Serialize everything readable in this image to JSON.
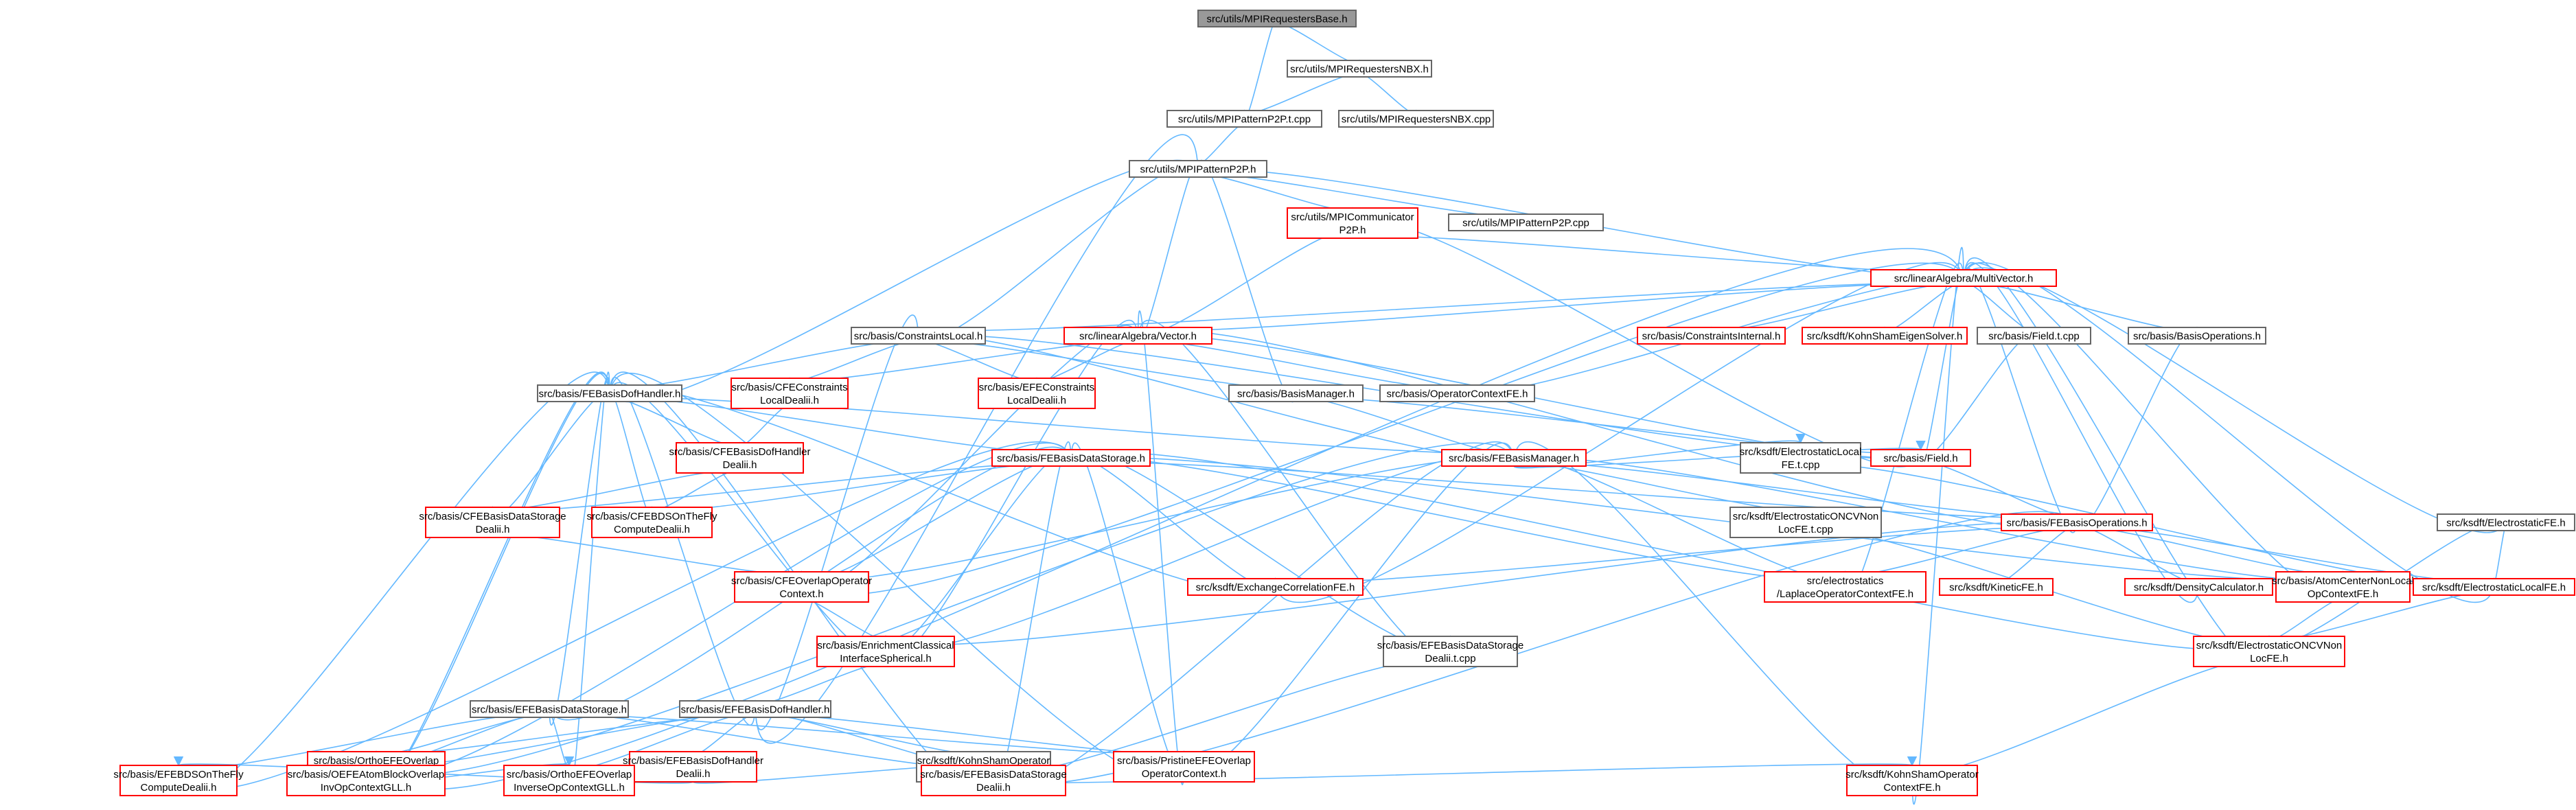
{
  "colors": {
    "edge": "#63B8FF",
    "root_fill": "#999999",
    "root_stroke": "#666666",
    "normal_stroke": "#666666",
    "red_stroke": "#FF0000",
    "fill": "#FFFFFF"
  },
  "nodes": [
    {
      "id": "mpirequestersbase",
      "lines": [
        "src/utils/MPIRequestersBase.h"
      ],
      "style": "root"
    },
    {
      "id": "mpirequestersnbx_h",
      "lines": [
        "src/utils/MPIRequestersNBX.h"
      ],
      "style": "normal"
    },
    {
      "id": "mpipatternp2p_t_cpp",
      "lines": [
        "src/utils/MPIPatternP2P.t.cpp"
      ],
      "style": "normal"
    },
    {
      "id": "mpirequestersnbx_cpp",
      "lines": [
        "src/utils/MPIRequestersNBX.cpp"
      ],
      "style": "normal"
    },
    {
      "id": "mpipatternp2p_h",
      "lines": [
        "src/utils/MPIPatternP2P.h"
      ],
      "style": "normal"
    },
    {
      "id": "mpicommunicatorp2p",
      "lines": [
        "src/utils/MPICommunicator",
        "P2P.h"
      ],
      "style": "red"
    },
    {
      "id": "mpipatternp2p_cpp",
      "lines": [
        "src/utils/MPIPatternP2P.cpp"
      ],
      "style": "normal"
    },
    {
      "id": "multivector",
      "lines": [
        "src/linearAlgebra/MultiVector.h"
      ],
      "style": "red"
    },
    {
      "id": "constraintslocal",
      "lines": [
        "src/basis/ConstraintsLocal.h"
      ],
      "style": "normal"
    },
    {
      "id": "vector",
      "lines": [
        "src/linearAlgebra/Vector.h"
      ],
      "style": "red"
    },
    {
      "id": "constraintsinternal",
      "lines": [
        "src/basis/ConstraintsInternal.h"
      ],
      "style": "red"
    },
    {
      "id": "kohnshameigensolver",
      "lines": [
        "src/ksdft/KohnShamEigenSolver.h"
      ],
      "style": "red"
    },
    {
      "id": "field_t_cpp",
      "lines": [
        "src/basis/Field.t.cpp"
      ],
      "style": "normal"
    },
    {
      "id": "basisoperations",
      "lines": [
        "src/basis/BasisOperations.h"
      ],
      "style": "normal"
    },
    {
      "id": "febasisdofhandler",
      "lines": [
        "src/basis/FEBasisDofHandler.h"
      ],
      "style": "normal"
    },
    {
      "id": "cfeconstraintsdealii",
      "lines": [
        "src/basis/CFEConstraints",
        "LocalDealii.h"
      ],
      "style": "red"
    },
    {
      "id": "efeconstraintsdealii",
      "lines": [
        "src/basis/EFEConstraints",
        "LocalDealii.h"
      ],
      "style": "red"
    },
    {
      "id": "basismanager",
      "lines": [
        "src/basis/BasisManager.h"
      ],
      "style": "normal"
    },
    {
      "id": "operatorcontextfe",
      "lines": [
        "src/basis/OperatorContextFE.h"
      ],
      "style": "normal"
    },
    {
      "id": "cfebasisdofhandlerdealii",
      "lines": [
        "src/basis/CFEBasisDofHandler",
        "Dealii.h"
      ],
      "style": "red"
    },
    {
      "id": "febasisdatastorage",
      "lines": [
        "src/basis/FEBasisDataStorage.h"
      ],
      "style": "red"
    },
    {
      "id": "febasismanager",
      "lines": [
        "src/basis/FEBasisManager.h"
      ],
      "style": "red"
    },
    {
      "id": "electrostaticlocalfe_t_cpp",
      "lines": [
        "src/ksdft/ElectrostaticLocal",
        "FE.t.cpp"
      ],
      "style": "normal"
    },
    {
      "id": "field_h",
      "lines": [
        "src/basis/Field.h"
      ],
      "style": "red"
    },
    {
      "id": "cfebasisdatastoragedealii",
      "lines": [
        "src/basis/CFEBasisDataStorage",
        "Dealii.h"
      ],
      "style": "red"
    },
    {
      "id": "cfebdsontheflycompute",
      "lines": [
        "src/basis/CFEBDSOnTheFly",
        "ComputeDealii.h"
      ],
      "style": "red"
    },
    {
      "id": "electrostaticoncvnonlocfe_t_cpp",
      "lines": [
        "src/ksdft/ElectrostaticONCVNon",
        "LocFE.t.cpp"
      ],
      "style": "normal"
    },
    {
      "id": "febasisoperations",
      "lines": [
        "src/basis/FEBasisOperations.h"
      ],
      "style": "red"
    },
    {
      "id": "electrostaticfe",
      "lines": [
        "src/ksdft/ElectrostaticFE.h"
      ],
      "style": "normal"
    },
    {
      "id": "cfeoverlapoperatorcontext",
      "lines": [
        "src/basis/CFEOverlapOperator",
        "Context.h"
      ],
      "style": "red"
    },
    {
      "id": "exchangecorrelationfe",
      "lines": [
        "src/ksdft/ExchangeCorrelationFE.h"
      ],
      "style": "red"
    },
    {
      "id": "laplaceoperatorcontextfe",
      "lines": [
        "src/electrostatics",
        "/LaplaceOperatorContextFE.h"
      ],
      "style": "red"
    },
    {
      "id": "kineticfe",
      "lines": [
        "src/ksdft/KineticFE.h"
      ],
      "style": "red"
    },
    {
      "id": "densitycalculator",
      "lines": [
        "src/ksdft/DensityCalculator.h"
      ],
      "style": "red"
    },
    {
      "id": "atomcenternonlocalopcontextfe",
      "lines": [
        "src/basis/AtomCenterNonLocal",
        "OpContextFE.h"
      ],
      "style": "red"
    },
    {
      "id": "electrostaticlocalfe_h",
      "lines": [
        "src/ksdft/ElectrostaticLocalFE.h"
      ],
      "style": "red"
    },
    {
      "id": "enrichmentclassicalinterfacespherical",
      "lines": [
        "src/basis/EnrichmentClassical",
        "InterfaceSpherical.h"
      ],
      "style": "red"
    },
    {
      "id": "efebasisdatastoragedealii_t_cpp",
      "lines": [
        "src/basis/EFEBasisDataStorage",
        "Dealii.t.cpp"
      ],
      "style": "normal"
    },
    {
      "id": "electrostaticoncvnonlocfe_h",
      "lines": [
        "src/ksdft/ElectrostaticONCVNon",
        "LocFE.h"
      ],
      "style": "red"
    },
    {
      "id": "efebasisdatastorage",
      "lines": [
        "src/basis/EFEBasisDataStorage.h"
      ],
      "style": "normal"
    },
    {
      "id": "efebasisdofhandler",
      "lines": [
        "src/basis/EFEBasisDofHandler.h"
      ],
      "style": "normal"
    },
    {
      "id": "orthoefeoverlapoperatorcontext",
      "lines": [
        "src/basis/OrthoEFEOverlap",
        "OperatorContext.h"
      ],
      "style": "red"
    },
    {
      "id": "efebasisdofhandlerdealii",
      "lines": [
        "src/basis/EFEBasisDofHandler",
        "Dealii.h"
      ],
      "style": "red"
    },
    {
      "id": "kohnshamoperatorcontextfe_t_cpp",
      "lines": [
        "src/ksdft/KohnShamOperator",
        "ContextFE.t.cpp"
      ],
      "style": "normal"
    },
    {
      "id": "pristineefeoverlapoperatorcontext",
      "lines": [
        "src/basis/PristineEFEOverlap",
        "OperatorContext.h"
      ],
      "style": "red"
    },
    {
      "id": "efebdsontheflycompute",
      "lines": [
        "src/basis/EFEBDSOnTheFly",
        "ComputeDealii.h"
      ],
      "style": "red"
    },
    {
      "id": "oefeatomblockoverlap",
      "lines": [
        "src/basis/OEFEAtomBlockOverlap",
        "InvOpContextGLL.h"
      ],
      "style": "red"
    },
    {
      "id": "orthoefeoverlapinverse",
      "lines": [
        "src/basis/OrthoEFEOverlap",
        "InverseOpContextGLL.h"
      ],
      "style": "red"
    },
    {
      "id": "efebasisdatastoragedealii_h",
      "lines": [
        "src/basis/EFEBasisDataStorage",
        "Dealii.h"
      ],
      "style": "red"
    },
    {
      "id": "kohnshamoperatorcontextfe_h",
      "lines": [
        "src/ksdft/KohnShamOperator",
        "ContextFE.h"
      ],
      "style": "red"
    }
  ],
  "edges": [
    [
      "mpirequestersbase",
      "mpirequestersnbx_h"
    ],
    [
      "mpirequestersbase",
      "mpipatternp2p_t_cpp"
    ],
    [
      "mpirequestersnbx_h",
      "mpipatternp2p_t_cpp"
    ],
    [
      "mpirequestersnbx_h",
      "mpirequestersnbx_cpp"
    ],
    [
      "mpipatternp2p_t_cpp",
      "mpipatternp2p_h"
    ],
    [
      "mpipatternp2p_h",
      "mpicommunicatorp2p"
    ],
    [
      "mpipatternp2p_h",
      "mpipatternp2p_cpp"
    ],
    [
      "mpipatternp2p_h",
      "multivector"
    ],
    [
      "mpipatternp2p_h",
      "constraintslocal"
    ],
    [
      "mpipatternp2p_h",
      "vector"
    ],
    [
      "mpipatternp2p_h",
      "basismanager"
    ],
    [
      "mpipatternp2p_h",
      "febasisdofhandler"
    ],
    [
      "mpipatternp2p_h",
      "efebasisdofhandler"
    ],
    [
      "mpicommunicatorp2p",
      "multivector"
    ],
    [
      "mpicommunicatorp2p",
      "vector"
    ],
    [
      "mpicommunicatorp2p",
      "field_h"
    ],
    [
      "multivector",
      "constraintslocal"
    ],
    [
      "multivector",
      "vector"
    ],
    [
      "multivector",
      "constraintsinternal"
    ],
    [
      "multivector",
      "kohnshameigensolver"
    ],
    [
      "multivector",
      "field_t_cpp"
    ],
    [
      "multivector",
      "basisoperations"
    ],
    [
      "multivector",
      "operatorcontextfe"
    ],
    [
      "multivector",
      "field_h"
    ],
    [
      "multivector",
      "electrostaticfe"
    ],
    [
      "multivector",
      "febasisoperations"
    ],
    [
      "multivector",
      "exchangecorrelationfe"
    ],
    [
      "multivector",
      "densitycalculator"
    ],
    [
      "multivector",
      "laplaceoperatorcontextfe"
    ],
    [
      "multivector",
      "atomcenternonlocalopcontextfe"
    ],
    [
      "multivector",
      "electrostaticlocalfe_h"
    ],
    [
      "multivector",
      "electrostaticoncvnonlocfe_h"
    ],
    [
      "multivector",
      "kohnshamoperatorcontextfe_h"
    ],
    [
      "multivector",
      "orthoefeoverlapoperatorcontext"
    ],
    [
      "multivector",
      "cfeoverlapoperatorcontext"
    ],
    [
      "constraintslocal",
      "cfeconstraintsdealii"
    ],
    [
      "constraintslocal",
      "efeconstraintsdealii"
    ],
    [
      "constraintslocal",
      "basismanager"
    ],
    [
      "constraintslocal",
      "febasismanager"
    ],
    [
      "constraintslocal",
      "febasisdofhandler"
    ],
    [
      "constraintslocal",
      "efebasisdofhandler"
    ],
    [
      "constraintslocal",
      "field_h"
    ],
    [
      "vector",
      "cfeconstraintsdealii"
    ],
    [
      "vector",
      "efeconstraintsdealii"
    ],
    [
      "vector",
      "operatorcontextfe"
    ],
    [
      "vector",
      "field_h"
    ],
    [
      "vector",
      "febasisoperations"
    ],
    [
      "vector",
      "enrichmentclassicalinterfacespherical"
    ],
    [
      "vector",
      "efebasisdatastoragedealii_t_cpp"
    ],
    [
      "vector",
      "pristineefeoverlapoperatorcontext"
    ],
    [
      "vector",
      "cfeoverlapoperatorcontext"
    ],
    [
      "field_t_cpp",
      "field_h"
    ],
    [
      "basisoperations",
      "febasisoperations"
    ],
    [
      "febasisdofhandler",
      "cfebasisdofhandlerdealii"
    ],
    [
      "febasisdofhandler",
      "febasisdatastorage"
    ],
    [
      "febasisdofhandler",
      "febasismanager"
    ],
    [
      "febasisdofhandler",
      "cfebasisdatastoragedealii"
    ],
    [
      "febasisdofhandler",
      "cfebdsontheflycompute"
    ],
    [
      "febasisdofhandler",
      "efebasisdatastorage"
    ],
    [
      "febasisdofhandler",
      "efebasisdofhandler"
    ],
    [
      "febasisdofhandler",
      "enrichmentclassicalinterfacespherical"
    ],
    [
      "febasisdofhandler",
      "orthoefeoverlapoperatorcontext"
    ],
    [
      "febasisdofhandler",
      "efebdsontheflycompute"
    ],
    [
      "febasisdofhandler",
      "exchangecorrelationfe"
    ],
    [
      "febasisdofhandler",
      "oefeatomblockoverlap"
    ],
    [
      "febasisdofhandler",
      "orthoefeoverlapinverse"
    ],
    [
      "febasisdofhandler",
      "pristineefeoverlapoperatorcontext"
    ],
    [
      "febasisdofhandler",
      "efebasisdatastoragedealii_h"
    ],
    [
      "cfeconstraintsdealii",
      "cfebasisdofhandlerdealii"
    ],
    [
      "basismanager",
      "febasismanager"
    ],
    [
      "basismanager",
      "field_h"
    ],
    [
      "cfebasisdofhandlerdealii",
      "cfebasisdatastoragedealii"
    ],
    [
      "cfebasisdofhandlerdealii",
      "cfebdsontheflycompute"
    ],
    [
      "febasisdatastorage",
      "cfebasisdatastoragedealii"
    ],
    [
      "febasisdatastorage",
      "cfebdsontheflycompute"
    ],
    [
      "febasisdatastorage",
      "febasisoperations"
    ],
    [
      "febasisdatastorage",
      "exchangecorrelationfe"
    ],
    [
      "febasisdatastorage",
      "laplaceoperatorcontextfe"
    ],
    [
      "febasisdatastorage",
      "cfeoverlapoperatorcontext"
    ],
    [
      "febasisdatastorage",
      "enrichmentclassicalinterfacespherical"
    ],
    [
      "febasisdatastorage",
      "efebasisdatastoragedealii_t_cpp"
    ],
    [
      "febasisdatastorage",
      "electrostaticoncvnonlocfe_h"
    ],
    [
      "febasisdatastorage",
      "efebasisdatastorage"
    ],
    [
      "febasisdatastorage",
      "orthoefeoverlapoperatorcontext"
    ],
    [
      "febasisdatastorage",
      "pristineefeoverlapoperatorcontext"
    ],
    [
      "febasisdatastorage",
      "efebasisdatastoragedealii_h"
    ],
    [
      "febasisdatastorage",
      "efebdsontheflycompute"
    ],
    [
      "febasisdatastorage",
      "atomcenternonlocalopcontextfe"
    ],
    [
      "febasismanager",
      "field_h"
    ],
    [
      "febasismanager",
      "febasisoperations"
    ],
    [
      "febasismanager",
      "electrostaticlocalfe_t_cpp"
    ],
    [
      "febasismanager",
      "electrostaticoncvnonlocfe_t_cpp"
    ],
    [
      "febasismanager",
      "laplaceoperatorcontextfe"
    ],
    [
      "febasismanager",
      "atomcenternonlocalopcontextfe"
    ],
    [
      "febasismanager",
      "cfeoverlapoperatorcontext"
    ],
    [
      "febasismanager",
      "enrichmentclassicalinterfacespherical"
    ],
    [
      "febasismanager",
      "pristineefeoverlapoperatorcontext"
    ],
    [
      "febasismanager",
      "kohnshamoperatorcontextfe_h"
    ],
    [
      "febasismanager",
      "orthoefeoverlapoperatorcontext"
    ],
    [
      "febasismanager",
      "efebasisdatastoragedealii_h"
    ],
    [
      "electrostaticlocalfe_t_cpp",
      "electrostaticlocalfe_h"
    ],
    [
      "field_h",
      "febasisoperations"
    ],
    [
      "cfebasisdatastoragedealii",
      "cfeoverlapoperatorcontext"
    ],
    [
      "electrostaticoncvnonlocfe_t_cpp",
      "electrostaticoncvnonlocfe_h"
    ],
    [
      "febasisoperations",
      "exchangecorrelationfe"
    ],
    [
      "febasisoperations",
      "laplaceoperatorcontextfe"
    ],
    [
      "febasisoperations",
      "kineticfe"
    ],
    [
      "febasisoperations",
      "densitycalculator"
    ],
    [
      "febasisoperations",
      "atomcenternonlocalopcontextfe"
    ],
    [
      "febasisoperations",
      "electrostaticlocalfe_h"
    ],
    [
      "febasisoperations",
      "enrichmentclassicalinterfacespherical"
    ],
    [
      "febasisoperations",
      "efebasisdatastoragedealii_h"
    ],
    [
      "electrostaticfe",
      "electrostaticlocalfe_h"
    ],
    [
      "electrostaticfe",
      "electrostaticoncvnonlocfe_h"
    ],
    [
      "cfeoverlapoperatorcontext",
      "enrichmentclassicalinterfacespherical"
    ],
    [
      "atomcenternonlocalopcontextfe",
      "electrostaticoncvnonlocfe_h"
    ],
    [
      "electrostaticlocalfe_h",
      "electrostaticoncvnonlocfe_h"
    ],
    [
      "enrichmentclassicalinterfacespherical",
      "efebasisdofhandler"
    ],
    [
      "efebasisdatastoragedealii_t_cpp",
      "efebasisdatastoragedealii_h"
    ],
    [
      "electrostaticoncvnonlocfe_h",
      "kohnshamoperatorcontextfe_h"
    ],
    [
      "efebasisdatastorage",
      "orthoefeoverlapoperatorcontext"
    ],
    [
      "efebasisdatastorage",
      "pristineefeoverlapoperatorcontext"
    ],
    [
      "efebasisdatastorage",
      "efebdsontheflycompute"
    ],
    [
      "efebasisdatastorage",
      "oefeatomblockoverlap"
    ],
    [
      "efebasisdatastorage",
      "orthoefeoverlapinverse"
    ],
    [
      "efebasisdatastorage",
      "efebasisdatastoragedealii_h"
    ],
    [
      "efebasisdofhandler",
      "orthoefeoverlapoperatorcontext"
    ],
    [
      "efebasisdofhandler",
      "efebasisdofhandlerdealii"
    ],
    [
      "efebasisdofhandler",
      "kohnshamoperatorcontextfe_t_cpp"
    ],
    [
      "efebasisdofhandler",
      "pristineefeoverlapoperatorcontext"
    ],
    [
      "efebasisdofhandler",
      "oefeatomblockoverlap"
    ],
    [
      "efebasisdofhandler",
      "orthoefeoverlapinverse"
    ],
    [
      "efebasisdofhandler",
      "efebasisdatastoragedealii_h"
    ],
    [
      "orthoefeoverlapoperatorcontext",
      "oefeatomblockoverlap"
    ],
    [
      "orthoefeoverlapoperatorcontext",
      "orthoefeoverlapinverse"
    ],
    [
      "efebasisdofhandlerdealii",
      "efebdsontheflycompute"
    ],
    [
      "efebasisdofhandlerdealii",
      "efebasisdatastoragedealii_h"
    ],
    [
      "kohnshamoperatorcontextfe_t_cpp",
      "kohnshamoperatorcontextfe_h"
    ]
  ]
}
